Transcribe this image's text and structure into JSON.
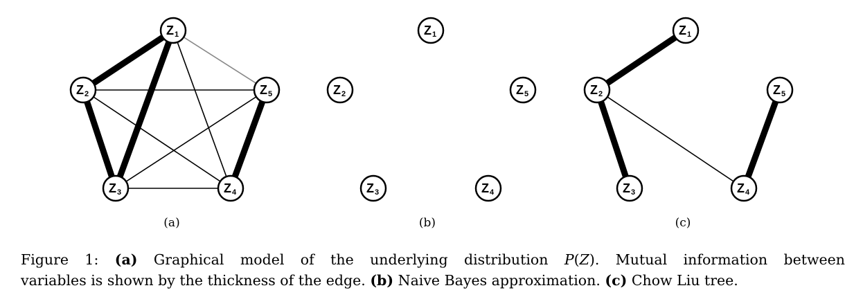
{
  "panels": [
    {
      "id": "a",
      "label": "(a)",
      "nodes": [
        {
          "id": "Z1",
          "base": "Z",
          "sub": "1"
        },
        {
          "id": "Z2",
          "base": "Z",
          "sub": "2"
        },
        {
          "id": "Z3",
          "base": "Z",
          "sub": "3"
        },
        {
          "id": "Z4",
          "base": "Z",
          "sub": "4"
        },
        {
          "id": "Z5",
          "base": "Z",
          "sub": "5"
        }
      ],
      "edges": [
        {
          "from": "Z1",
          "to": "Z2",
          "strength": "thick"
        },
        {
          "from": "Z1",
          "to": "Z3",
          "strength": "thick"
        },
        {
          "from": "Z2",
          "to": "Z3",
          "strength": "thick"
        },
        {
          "from": "Z4",
          "to": "Z5",
          "strength": "thick"
        },
        {
          "from": "Z1",
          "to": "Z5",
          "strength": "faint"
        },
        {
          "from": "Z1",
          "to": "Z4",
          "strength": "thin"
        },
        {
          "from": "Z2",
          "to": "Z5",
          "strength": "thin"
        },
        {
          "from": "Z2",
          "to": "Z4",
          "strength": "thin"
        },
        {
          "from": "Z3",
          "to": "Z5",
          "strength": "thin"
        },
        {
          "from": "Z3",
          "to": "Z4",
          "strength": "thin"
        }
      ]
    },
    {
      "id": "b",
      "label": "(b)",
      "nodes": [
        {
          "id": "Z1",
          "base": "Z",
          "sub": "1"
        },
        {
          "id": "Z2",
          "base": "Z",
          "sub": "2"
        },
        {
          "id": "Z3",
          "base": "Z",
          "sub": "3"
        },
        {
          "id": "Z4",
          "base": "Z",
          "sub": "4"
        },
        {
          "id": "Z5",
          "base": "Z",
          "sub": "5"
        }
      ],
      "edges": []
    },
    {
      "id": "c",
      "label": "(c)",
      "nodes": [
        {
          "id": "Z1",
          "base": "Z",
          "sub": "1"
        },
        {
          "id": "Z2",
          "base": "Z",
          "sub": "2"
        },
        {
          "id": "Z3",
          "base": "Z",
          "sub": "3"
        },
        {
          "id": "Z4",
          "base": "Z",
          "sub": "4"
        },
        {
          "id": "Z5",
          "base": "Z",
          "sub": "5"
        }
      ],
      "edges": [
        {
          "from": "Z1",
          "to": "Z2",
          "strength": "thick"
        },
        {
          "from": "Z2",
          "to": "Z3",
          "strength": "thick"
        },
        {
          "from": "Z4",
          "to": "Z5",
          "strength": "thick"
        },
        {
          "from": "Z2",
          "to": "Z4",
          "strength": "thin"
        }
      ]
    }
  ],
  "caption": {
    "prefix": "Figure 1:",
    "a_tag": "(a)",
    "a_text_pre": "Graphical model of the underlying distribution",
    "a_math_P": "P",
    "a_math_open": "(",
    "a_math_Z": "Z",
    "a_math_close": ").",
    "a_text_post_line1": "Mutual information between",
    "a_text_line2": "variables is shown by the thickness of the edge.",
    "b_tag": "(b)",
    "b_text": "Naive Bayes approximation.",
    "c_tag": "(c)",
    "c_text": "Chow Liu tree."
  }
}
